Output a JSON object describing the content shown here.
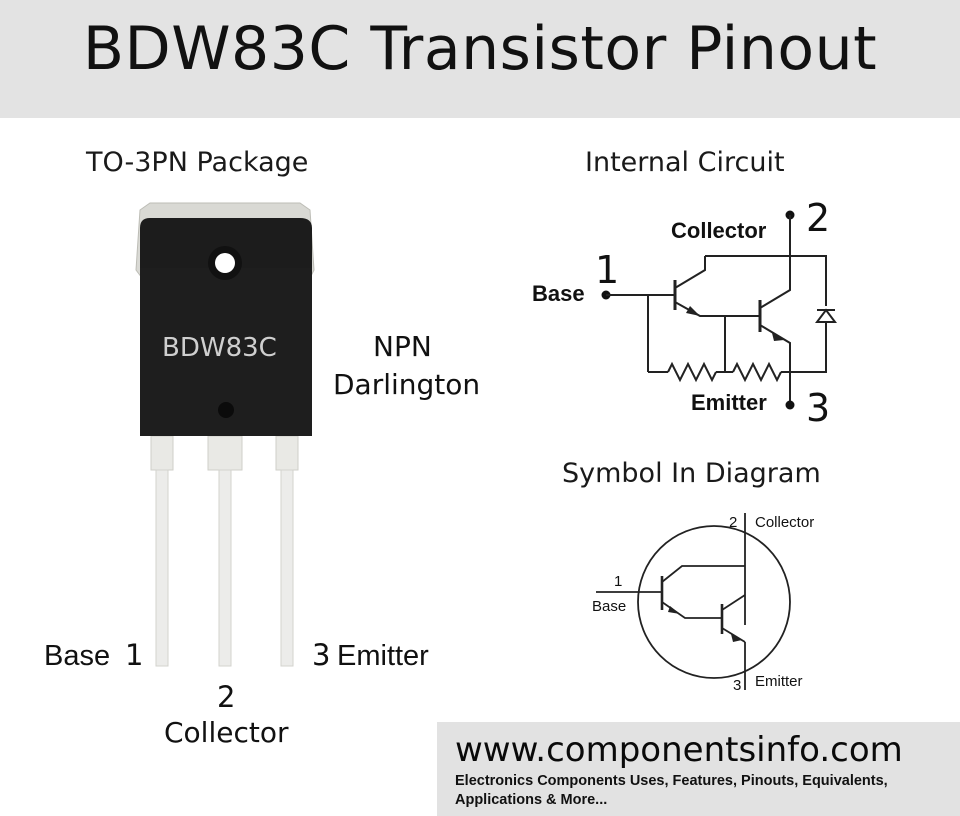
{
  "title": "BDW83C Transistor Pinout",
  "package": {
    "heading": "TO-3PN Package",
    "marking": "BDW83C",
    "type_line1": "NPN",
    "type_line2": "Darlington",
    "pin_left_name": "Base",
    "pin_left_number": "1",
    "pin_mid_number": "2",
    "pin_mid_name": "Collector",
    "pin_right_number": "3",
    "pin_right_name": "Emitter",
    "body_color": "#1c1c1c",
    "lead_color": "#e6e6e2"
  },
  "internal_circuit": {
    "heading": "Internal Circuit",
    "collector_label": "Collector",
    "collector_pin": "2",
    "base_label": "Base",
    "base_pin": "1",
    "emitter_label": "Emitter",
    "emitter_pin": "3"
  },
  "symbol": {
    "heading": "Symbol In Diagram",
    "collector_pin": "2",
    "collector_label": "Collector",
    "base_pin": "1",
    "base_label": "Base",
    "emitter_pin": "3",
    "emitter_label": "Emitter"
  },
  "footer": {
    "url": "www.componentsinfo.com",
    "tagline": "Electronics Components Uses, Features, Pinouts, Equivalents, Applications & More..."
  }
}
